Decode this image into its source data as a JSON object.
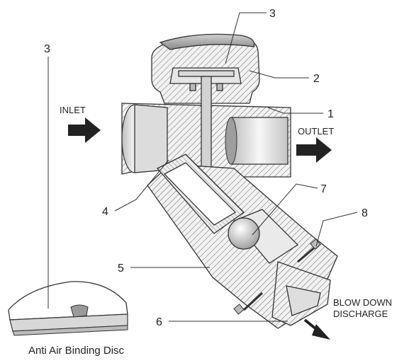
{
  "labels": {
    "inlet": "INLET",
    "outlet": "OUTLET",
    "blow_down_line1": "BLOW DOWN",
    "blow_down_line2": "DISCHARGE",
    "caption": "Anti Air Binding Disc"
  },
  "callouts": {
    "c1": "1",
    "c2": "2",
    "c3": "3",
    "c3_disc": "3",
    "c4": "4",
    "c5": "5",
    "c6": "6",
    "c7": "7",
    "c8": "8"
  }
}
